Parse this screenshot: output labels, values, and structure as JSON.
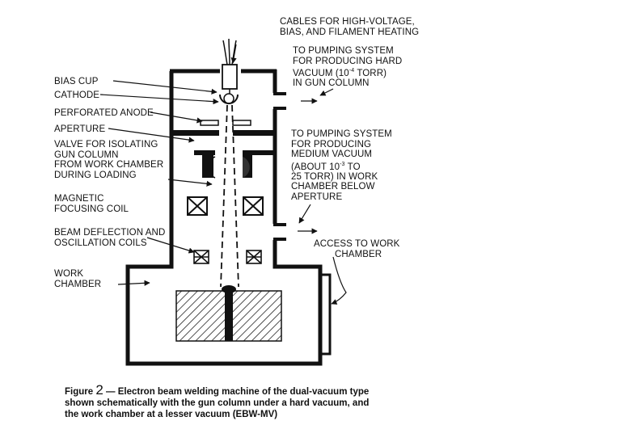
{
  "labels": {
    "cables": [
      "CABLES FOR HIGH-VOLTAGE,",
      "BIAS, AND FILAMENT HEATING"
    ],
    "pump_hard": [
      "TO PUMPING SYSTEM",
      "FOR PRODUCING HARD",
      "VACUUM (10",
      "-4",
      " TORR)",
      "IN GUN COLUMN"
    ],
    "bias_cup": "BIAS CUP",
    "cathode": "CATHODE",
    "perforated_anode": "PERFORATED ANODE",
    "aperture": "APERTURE",
    "valve": [
      "VALVE FOR ISOLATING",
      "GUN COLUMN",
      "FROM WORK CHAMBER",
      "DURING LOADING"
    ],
    "pump_medium": [
      "TO PUMPING SYSTEM",
      "FOR PRODUCING",
      "MEDIUM VACUUM",
      "(ABOUT 10",
      "-3",
      " TO",
      "25 TORR) IN WORK",
      "CHAMBER BELOW",
      "APERTURE"
    ],
    "magnetic_coil": [
      "MAGNETIC",
      "FOCUSING COIL"
    ],
    "deflection": [
      "BEAM DEFLECTION AND",
      "OSCILLATION COILS"
    ],
    "access": [
      "ACCESS TO WORK",
      "CHAMBER"
    ],
    "work_chamber": [
      "WORK",
      "CHAMBER"
    ]
  },
  "caption": {
    "prefix": "Figure ",
    "number": "2",
    "line1": " — Electron beam welding machine of the dual-vacuum type",
    "line2": "shown schematically with the gun column under a hard vacuum, and",
    "line3": "the work chamber at a lesser vacuum (EBW-MV)"
  }
}
